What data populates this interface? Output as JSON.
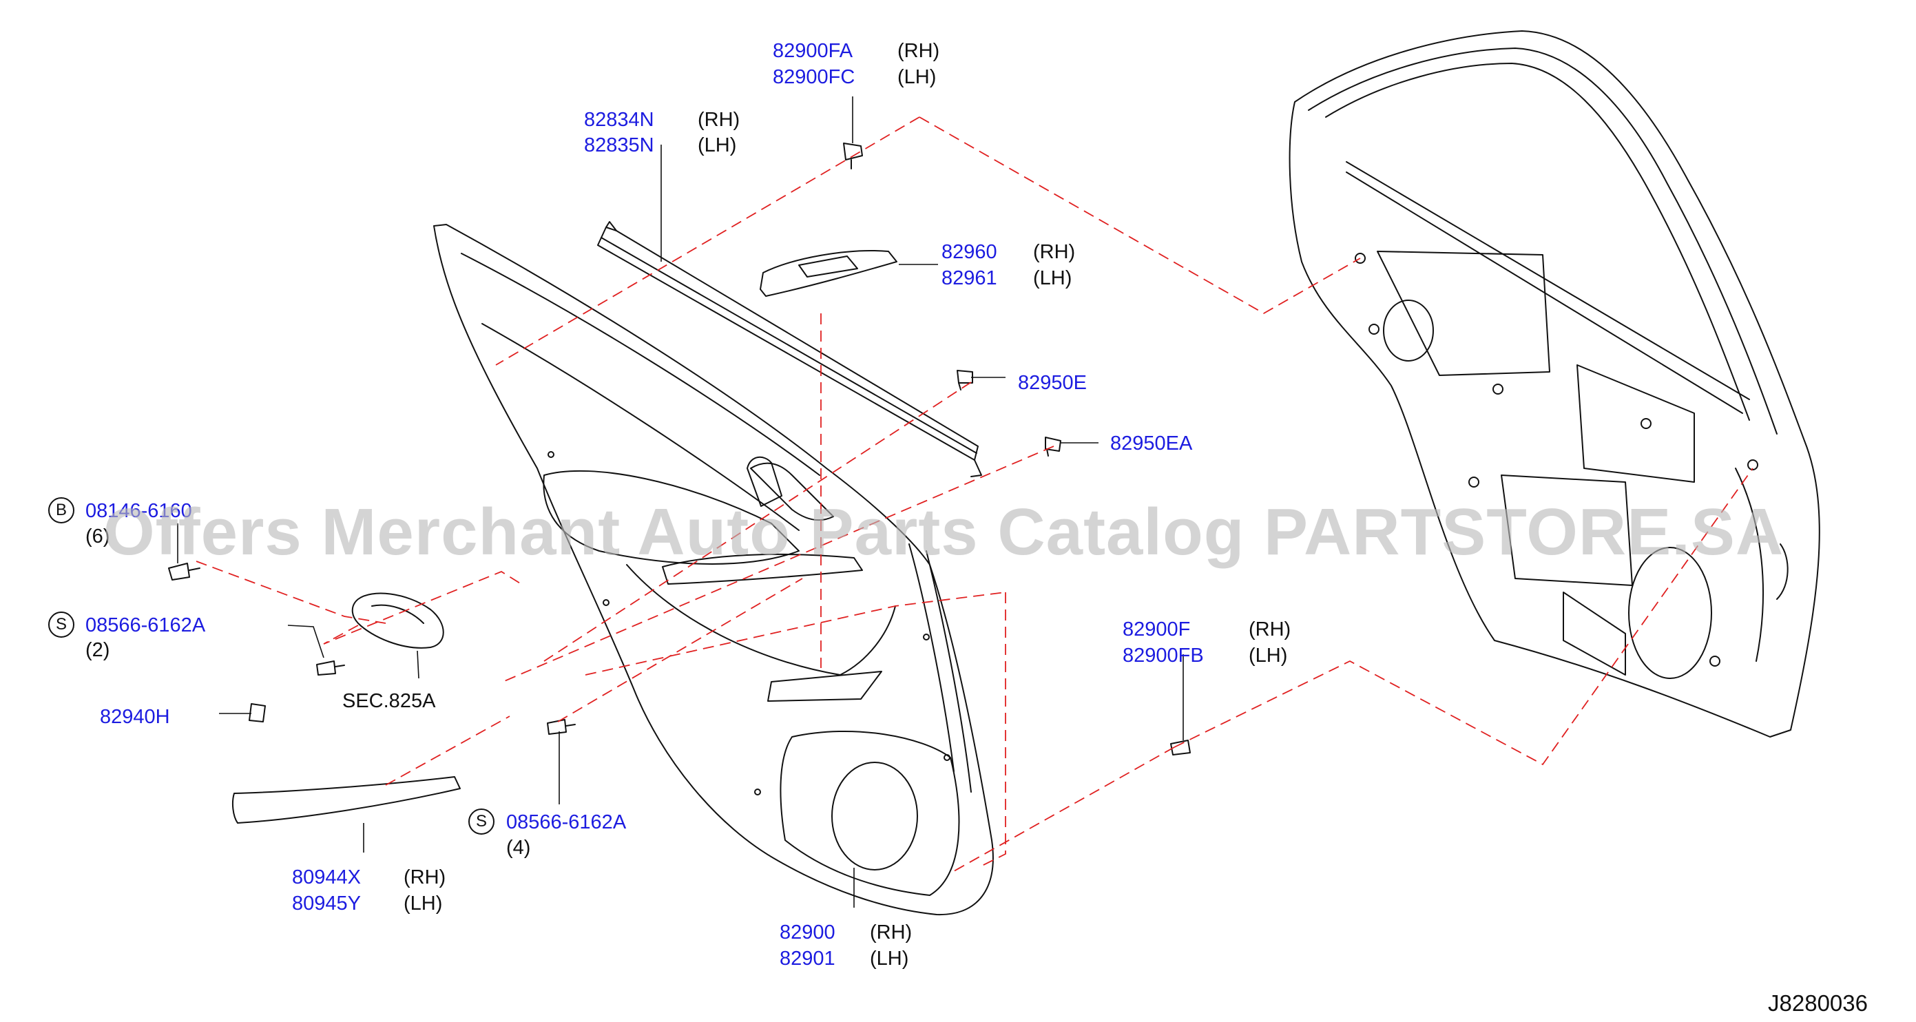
{
  "parts": {
    "p82900fa": "82900FA",
    "p82900fc": "82900FC",
    "p82834n": "82834N",
    "p82835n": "82835N",
    "p82960": "82960",
    "p82961": "82961",
    "p82950e": "82950E",
    "p82950ea": "82950EA",
    "p082b": "08146-6160",
    "p08566a": "08566-6162A",
    "p08566b": "08566-6162A",
    "p82940h": "82940H",
    "p80944x": "80944X",
    "p80945y": "80945Y",
    "p82900": "82900",
    "p82901": "82901",
    "p82900f": "82900F",
    "p82900fb": "82900FB"
  },
  "sides": {
    "rh": "(RH)",
    "lh": "(LH)"
  },
  "quantities": {
    "q6": "(6)",
    "q2": "(2)",
    "q4": "(4)"
  },
  "badges": {
    "b": "B",
    "s": "S"
  },
  "section_ref": "SEC.825A",
  "diagram_code": "J8280036",
  "watermark": "Offers Merchant Auto Parts Catalog PARTSTORE.SA",
  "colors": {
    "part_number": "#1c1ce0",
    "leader_dashed": "#e02020",
    "line": "#111111",
    "watermark": "#b9b9b9"
  }
}
